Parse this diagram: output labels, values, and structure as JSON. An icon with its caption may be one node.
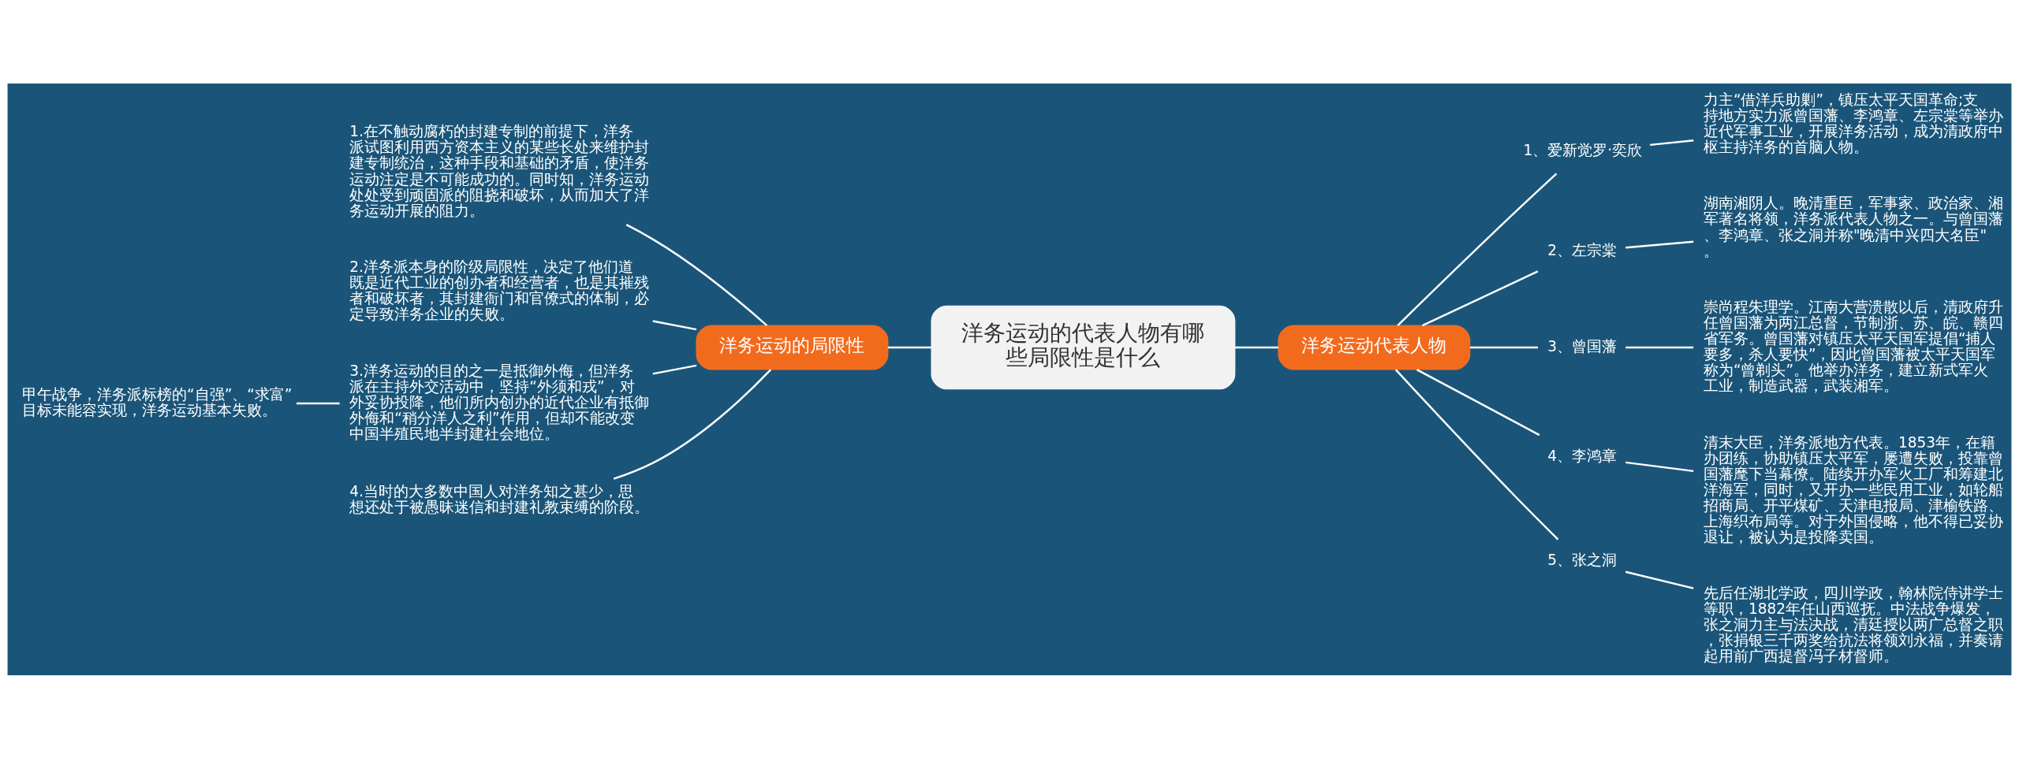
{
  "diagram": {
    "nodes": [
      {
        "text": [
          "洋务运动的代表人物有哪些局限性是什么"
        ]
      },
      {
        "text": [
          "洋务运动的局限性"
        ]
      },
      {
        "text": [
          "1.在不触动腐朽的封建专制的前提下，洋务派试图利用西方资本主义的某些长处来维护封建专制统治，这种手段和基础的矛盾，使洋务运动注定是不可能成功的。同时知，洋务运动处处受到顽固派的阻挠和破坏，从而加大了洋务运动开展的阻力。"
        ]
      },
      {
        "text": [
          "2.洋务派本身的阶级局限性，决定了他们道既是近代工业的创办者和经营者，也是其摧残者和破坏者，其封建衙门和官僚式的体制，必定导致洋务企业的失败。"
        ]
      },
      {
        "text": [
          "3.洋务运动的目的之一是抵御外侮，但洋务派在主持外交活动中，坚持“外须和戎”，对外妥协投降，他们所内创办的近代企业有抵御外侮和“稍分洋人之利”作用，但却不能改变中国半殖民地半封建社会地位。"
        ]
      },
      {
        "text": [
          "4.当时的大多数中国人对洋务知之甚少，思想还处于被愚昧迷信和封建礼教束缚的阶段。"
        ]
      },
      {
        "text": [
          "甲午战争，洋务派标榜的“自强”、“求富”目标未能容实现，洋务运动基本失败。"
        ]
      },
      {
        "text": [
          "洋务运动代表人物"
        ]
      },
      {
        "text": [
          "1、爱新觉罗·奕欣"
        ]
      },
      {
        "text": [
          "力主“借洋兵助剿”，镇压太平天国革命;支持地方实力派曾国藩、李鸿章、左宗棠等举办近代军事工业，开展洋务活动，成为清政府中枢主持洋务的首脑人物。"
        ]
      },
      {
        "text": [
          "2、左宗棠"
        ]
      },
      {
        "text": [
          "湖南湘阴人。晚清重臣，军事家、政治家、湘军著名将领，洋务派代表人物之一。与曾国藩、李鸿章、张之洞并称\"晚清中兴四大名臣\"。"
        ]
      },
      {
        "text": [
          "3、曾国藩"
        ]
      },
      {
        "text": [
          "崇尚程朱理学。江南大营溃散以后，清政府升任曾国藩为两江总督，节制浙、苏、皖、赣四省军务。曾国藩对镇压太平天国军提倡“捕人要多，杀人要快”，因此曾国藩被太平天国军称为“曾剃头”。他举办洋务，建立新式军火工业，制造武器，武装湘军。"
        ]
      },
      {
        "text": [
          "4、李鸿章"
        ]
      },
      {
        "text": [
          "清末大臣，洋务派地方代表。1853年，在籍办团练，协助镇压太平军，屡遭失败，投靠曾国藩麾下当幕僚。陆续开办军火工厂和筹建北洋海军，同时，又开办一些民用工业，如轮船招商局、开平煤矿、天津电报局、津榆铁路、上海织布局等。对于外国侵略，他不得已妥协退让，被认为是投降卖国。"
        ]
      },
      {
        "text": [
          "5、张之洞"
        ]
      },
      {
        "text": [
          "先后任湖北学政，四川学政，翰林院侍讲学士等职，1882年任山西巡抚。中法战争爆发，张之洞力主与法决战，清廷授以两广总督之职，张捐银三千两奖给抗法将领刘永福，并奏请起用前广西提督冯子材督师。"
        ]
      }
    ],
    "edges": [
      {
        "from": 0,
        "to": 1,
        "arrow": "none"
      },
      {
        "from": 1,
        "to": 2,
        "arrow": "none"
      },
      {
        "from": 1,
        "to": 3,
        "arrow": "none"
      },
      {
        "from": 1,
        "to": 4,
        "arrow": "none"
      },
      {
        "from": 1,
        "to": 5,
        "arrow": "none"
      },
      {
        "from": 4,
        "to": 6,
        "arrow": "none"
      },
      {
        "from": 0,
        "to": 7,
        "arrow": "none"
      },
      {
        "from": 7,
        "to": 8,
        "arrow": "none"
      },
      {
        "from": 8,
        "to": 9,
        "arrow": "none"
      },
      {
        "from": 7,
        "to": 10,
        "arrow": "none"
      },
      {
        "from": 10,
        "to": 11,
        "arrow": "none"
      },
      {
        "from": 7,
        "to": 12,
        "arrow": "none"
      },
      {
        "from": 12,
        "to": 13,
        "arrow": "none"
      },
      {
        "from": 7,
        "to": 14,
        "arrow": "none"
      },
      {
        "from": 14,
        "to": 15,
        "arrow": "none"
      },
      {
        "from": 7,
        "to": 16,
        "arrow": "none"
      },
      {
        "from": 16,
        "to": 17,
        "arrow": "none"
      }
    ]
  }
}
